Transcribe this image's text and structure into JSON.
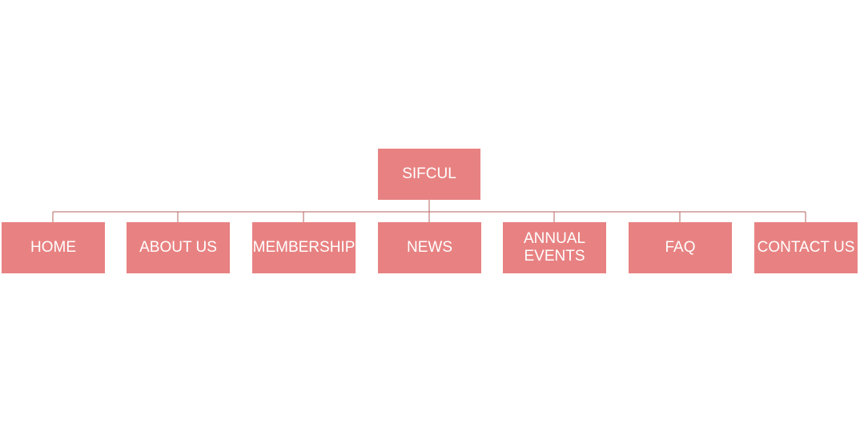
{
  "colors": {
    "node_fill": "#e88282",
    "node_text": "#ffffff",
    "connector": "#b5635f"
  },
  "root": {
    "label": "SIFCUL"
  },
  "children": [
    {
      "label": "HOME"
    },
    {
      "label": "ABOUT US"
    },
    {
      "label": "MEMBERSHIP"
    },
    {
      "label": "NEWS"
    },
    {
      "label": "ANNUAL\nEVENTS"
    },
    {
      "label": "FAQ"
    },
    {
      "label": "CONTACT US"
    }
  ]
}
